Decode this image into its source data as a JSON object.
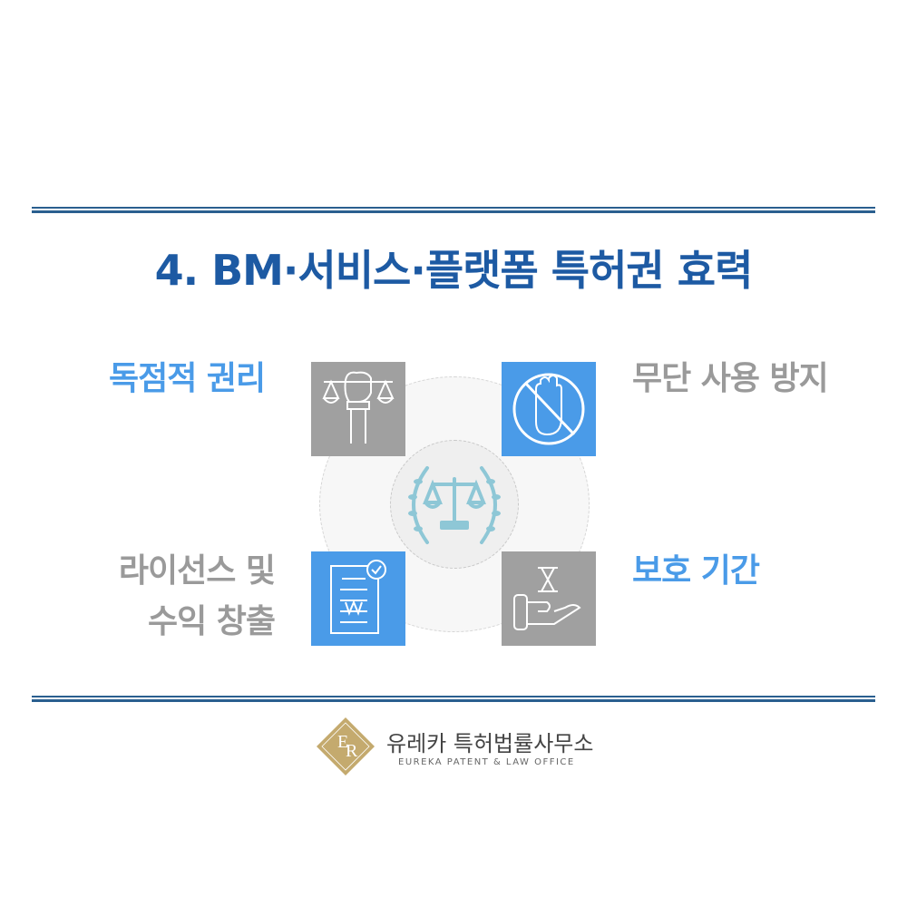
{
  "title": "4. BM·서비스·플랫폼 특허권 효력",
  "items": [
    {
      "label": "독점적 권리",
      "icon": "fist-scales-icon"
    },
    {
      "label": "무단 사용 방지",
      "icon": "no-hand-icon"
    },
    {
      "label_line1": "라이선스 및",
      "label_line2": "수익 창출",
      "icon": "won-document-icon"
    },
    {
      "label": "보호 기간",
      "icon": "hand-hourglass-icon"
    }
  ],
  "center_icon": "scales-laurel-icon",
  "logo": {
    "monogram": "ER",
    "name_ko": "유레카 특허법률사무소",
    "name_en": "EUREKA PATENT & LAW OFFICE"
  },
  "colors": {
    "title": "#1d5aa3",
    "blue": "#4a9be8",
    "gray": "#a0a0a0",
    "gold": "#c4aa6e"
  }
}
